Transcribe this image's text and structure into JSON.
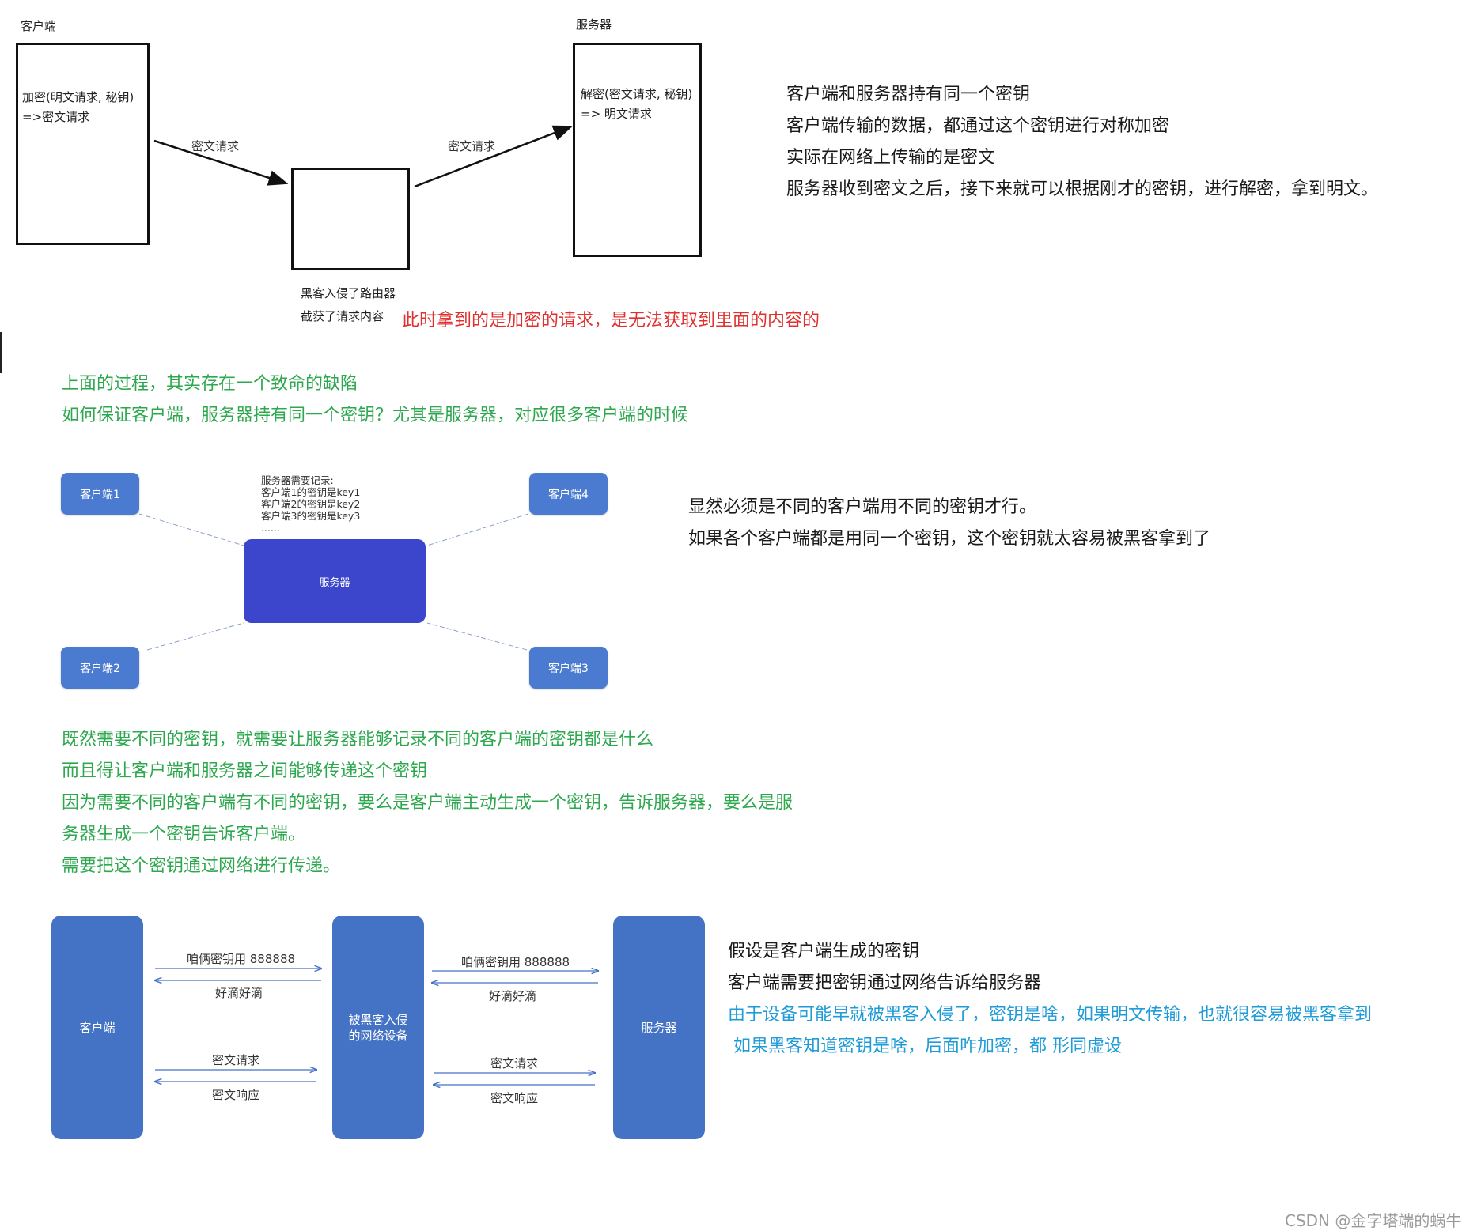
{
  "section1": {
    "client_title": "客户端",
    "client_box_line1": "加密(明文请求, 秘钥)",
    "client_box_line2": "=>密文请求",
    "arrow_left_label": "密文请求",
    "arrow_right_label": "密文请求",
    "server_title": "服务器",
    "server_box_line1": "解密(密文请求, 秘钥)",
    "server_box_line2": "=> 明文请求",
    "hacker_line1": "黑客入侵了路由器",
    "hacker_line2": "截获了请求内容",
    "hacker_red_note": "此时拿到的是加密的请求，是无法获取到里面的内容的",
    "notes": [
      "客户端和服务器持有同一个密钥",
      "客户端传输的数据，都通过这个密钥进行对称加密",
      "实际在网络上传输的是密文",
      "服务器收到密文之后，接下来就可以根据刚才的密钥，进行解密，拿到明文。"
    ]
  },
  "green_block1": [
    "上面的过程，其实存在一个致命的缺陷",
    "如何保证客户端，服务器持有同一个密钥？尤其是服务器，对应很多客户端的时候"
  ],
  "section2": {
    "client1": "客户端1",
    "client2": "客户端2",
    "client3": "客户端3",
    "client4": "客户端4",
    "server": "服务器",
    "records": [
      "服务器需要记录:",
      "客户端1的密钥是key1",
      "客户端2的密钥是key2",
      "客户端3的密钥是key3",
      "......"
    ],
    "notes": [
      "显然必须是不同的客户端用不同的密钥才行。",
      "如果各个客户端都是用同一个密钥，这个密钥就太容易被黑客拿到了"
    ]
  },
  "green_block2": [
    "既然需要不同的密钥，就需要让服务器能够记录不同的客户端的密钥都是什么",
    "而且得让客户端和服务器之间能够传递这个密钥",
    "因为需要不同的客户端有不同的密钥，要么是客户端主动生成一个密钥，告诉服务器，要么是服",
    "务器生成一个密钥告诉客户端。",
    "需要把这个密钥通过网络进行传递。"
  ],
  "section3": {
    "client": "客户端",
    "middle_line1": "被黑客入侵",
    "middle_line2": "的网络设备",
    "server": "服务器",
    "left_labels": [
      "咱俩密钥用 888888",
      "好滴好滴",
      "密文请求",
      "密文响应"
    ],
    "right_labels": [
      "咱俩密钥用 888888",
      "好滴好滴",
      "密文请求",
      "密文响应"
    ],
    "notes_black": [
      "假设是客户端生成的密钥",
      "客户端需要把密钥通过网络告诉给服务器"
    ],
    "notes_blue": [
      "由于设备可能早就被黑客入侵了，密钥是啥，如果明文传输，也就很容易被黑客拿到",
      " 如果黑客知道密钥是啥，后面咋加密，都 形同虚设"
    ]
  },
  "watermark": "CSDN @金字塔端的蜗牛",
  "colors": {
    "green_text": "#2ea84f",
    "red_text": "#e0302f",
    "blue_text": "#1f9bd8",
    "tile_blue": "#4a7bd0",
    "pillar_blue": "#4472c4",
    "server_dark_blue": "#3b46cc"
  }
}
